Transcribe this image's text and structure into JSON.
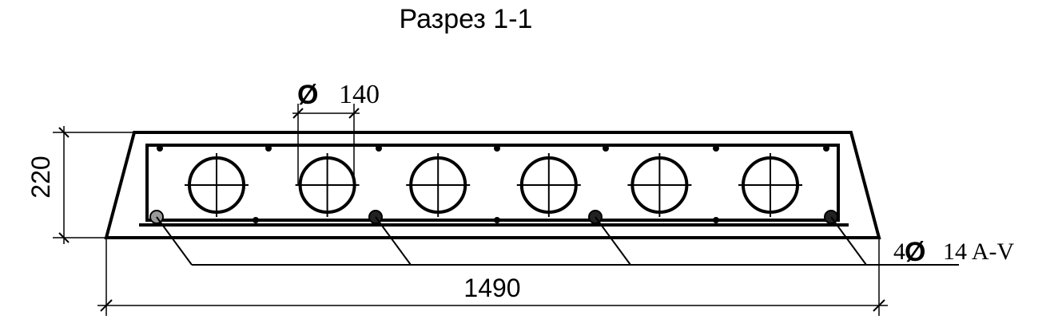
{
  "title": "Разрез 1-1",
  "dimensions": {
    "height": "220",
    "width": "1490",
    "hole_diameter_symbol": "Ø",
    "hole_diameter": "140"
  },
  "rebar": {
    "count": "4",
    "diameter_symbol": "Ø",
    "spec": "14 A-V"
  },
  "hole_count": 6
}
